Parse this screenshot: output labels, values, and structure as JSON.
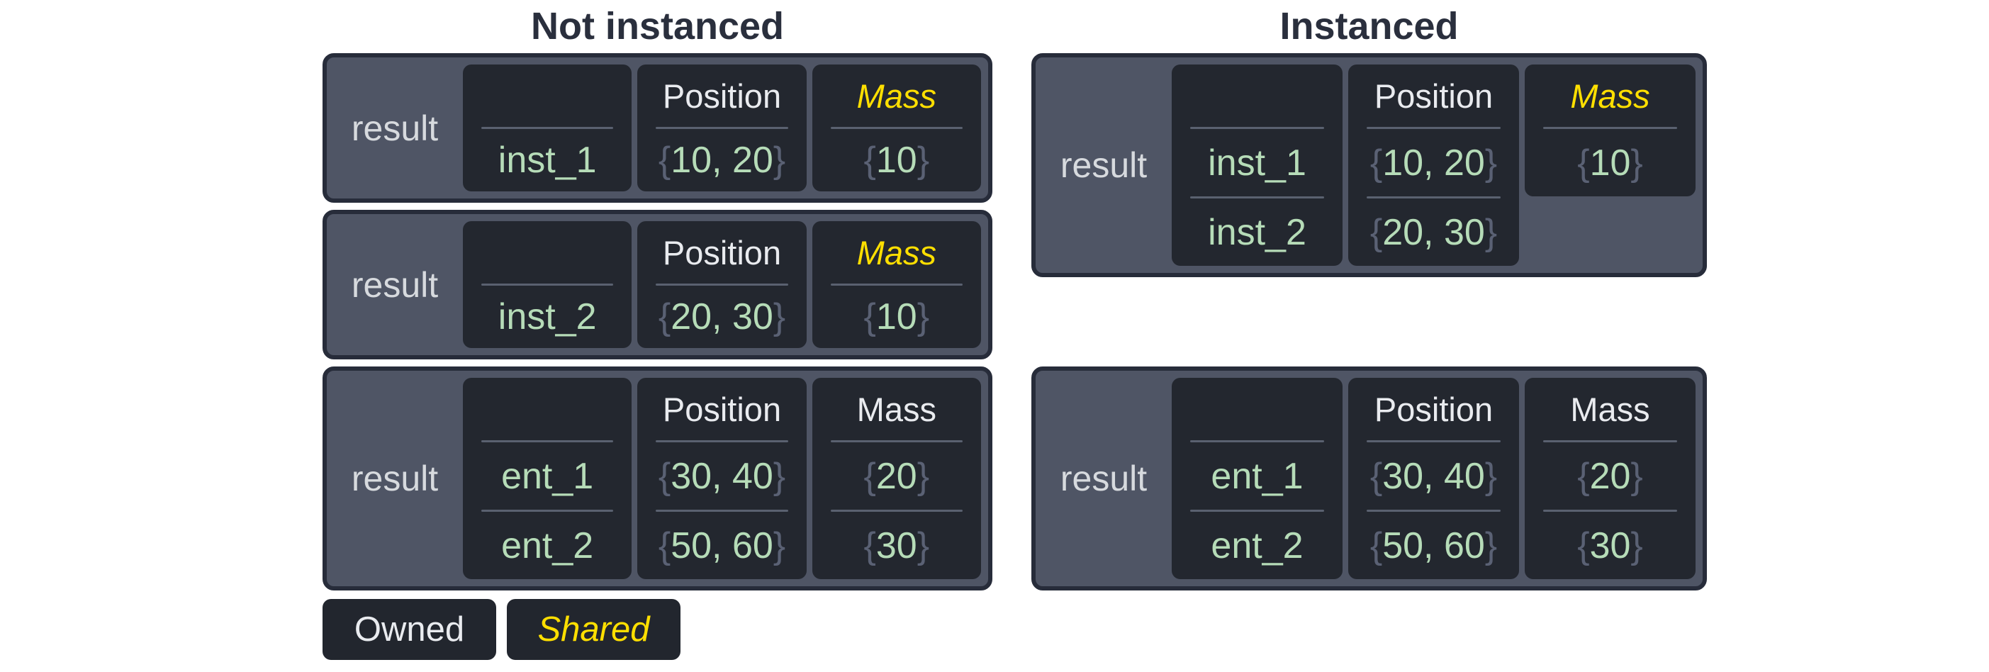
{
  "titles": {
    "not_instanced": "Not instanced",
    "instanced": "Instanced"
  },
  "syntax": {
    "open_brace": "{",
    "close_brace": "}"
  },
  "legend": {
    "owned": "Owned",
    "shared": "Shared"
  },
  "colors": {
    "shared_accent": "#ffdf00",
    "value_green": "#b6dcb8",
    "panel_background": "#4f5565",
    "cell_background": "#23272f",
    "panel_border": "#272c3a",
    "header_text": "#e9ebef",
    "result_text": "#d7dade",
    "title_text": "#2a2f3d",
    "divider": "#5a6170",
    "brace": "#5a6174",
    "legend_background": "#22262e"
  },
  "tables": {
    "left": [
      {
        "result": "result",
        "columns": [
          {
            "header": "",
            "values": [
              "inst_1"
            ]
          },
          {
            "header": "Position",
            "shared": false,
            "values": [
              "10, 20"
            ]
          },
          {
            "header": "Mass",
            "shared": true,
            "values": [
              "10"
            ]
          }
        ]
      },
      {
        "result": "result",
        "columns": [
          {
            "header": "",
            "values": [
              "inst_2"
            ]
          },
          {
            "header": "Position",
            "shared": false,
            "values": [
              "20, 30"
            ]
          },
          {
            "header": "Mass",
            "shared": true,
            "values": [
              "10"
            ]
          }
        ]
      },
      {
        "result": "result",
        "columns": [
          {
            "header": "",
            "values": [
              "ent_1",
              "ent_2"
            ]
          },
          {
            "header": "Position",
            "shared": false,
            "values": [
              "30, 40",
              "50, 60"
            ]
          },
          {
            "header": "Mass",
            "shared": false,
            "values": [
              "20",
              "30"
            ]
          }
        ]
      }
    ],
    "right": [
      {
        "result": "result",
        "columns": [
          {
            "header": "",
            "values": [
              "inst_1",
              "inst_2"
            ]
          },
          {
            "header": "Position",
            "shared": false,
            "values": [
              "10, 20",
              "20, 30"
            ]
          },
          {
            "header": "Mass",
            "shared": true,
            "values": [
              "10"
            ]
          }
        ]
      },
      {
        "result": "result",
        "columns": [
          {
            "header": "",
            "values": [
              "ent_1",
              "ent_2"
            ]
          },
          {
            "header": "Position",
            "shared": false,
            "values": [
              "30, 40",
              "50, 60"
            ]
          },
          {
            "header": "Mass",
            "shared": false,
            "values": [
              "20",
              "30"
            ]
          }
        ]
      }
    ]
  }
}
